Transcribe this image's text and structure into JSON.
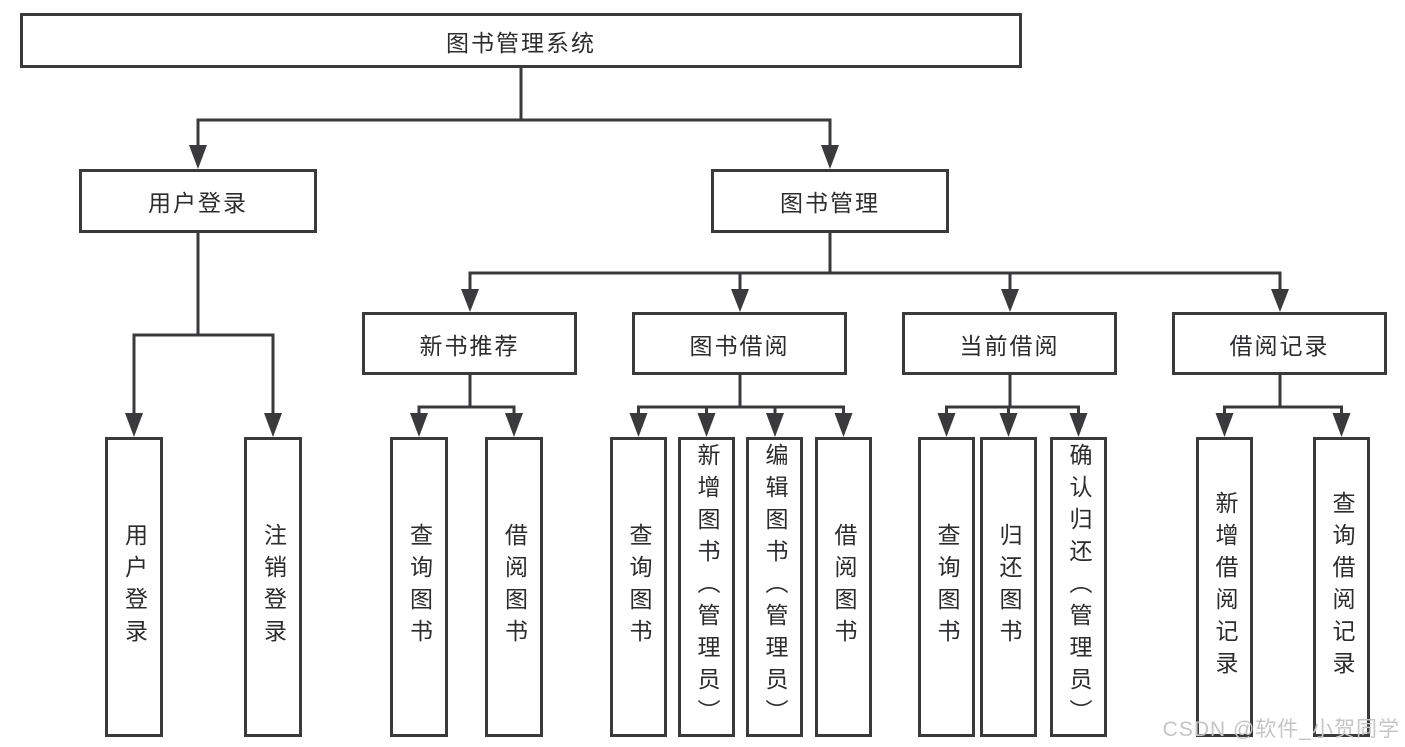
{
  "tree": {
    "root": {
      "label": "图书管理系统"
    },
    "branches": [
      {
        "label": "用户登录",
        "children": [
          {
            "label": "用户登录"
          },
          {
            "label": "注销登录"
          }
        ]
      },
      {
        "label": "图书管理",
        "children": [
          {
            "label": "新书推荐",
            "children": [
              {
                "label": "查询图书"
              },
              {
                "label": "借阅图书"
              }
            ]
          },
          {
            "label": "图书借阅",
            "children": [
              {
                "label": "查询图书"
              },
              {
                "label": "新增图书（管理员）"
              },
              {
                "label": "编辑图书（管理员）"
              },
              {
                "label": "借阅图书"
              }
            ]
          },
          {
            "label": "当前借阅",
            "children": [
              {
                "label": "查询图书"
              },
              {
                "label": "归还图书"
              },
              {
                "label": "确认归还（管理员）"
              }
            ]
          },
          {
            "label": "借阅记录",
            "children": [
              {
                "label": "新增借阅记录"
              },
              {
                "label": "查询借阅记录"
              }
            ]
          }
        ]
      }
    ]
  },
  "watermark": {
    "text": "CSDN @软件_小贺同学"
  },
  "colors": {
    "line": "#3a3a3c",
    "text": "#2c2c2e",
    "box-bg": "#ffffff",
    "page-bg": "#ffffff",
    "watermark": "#c5c5c5"
  }
}
